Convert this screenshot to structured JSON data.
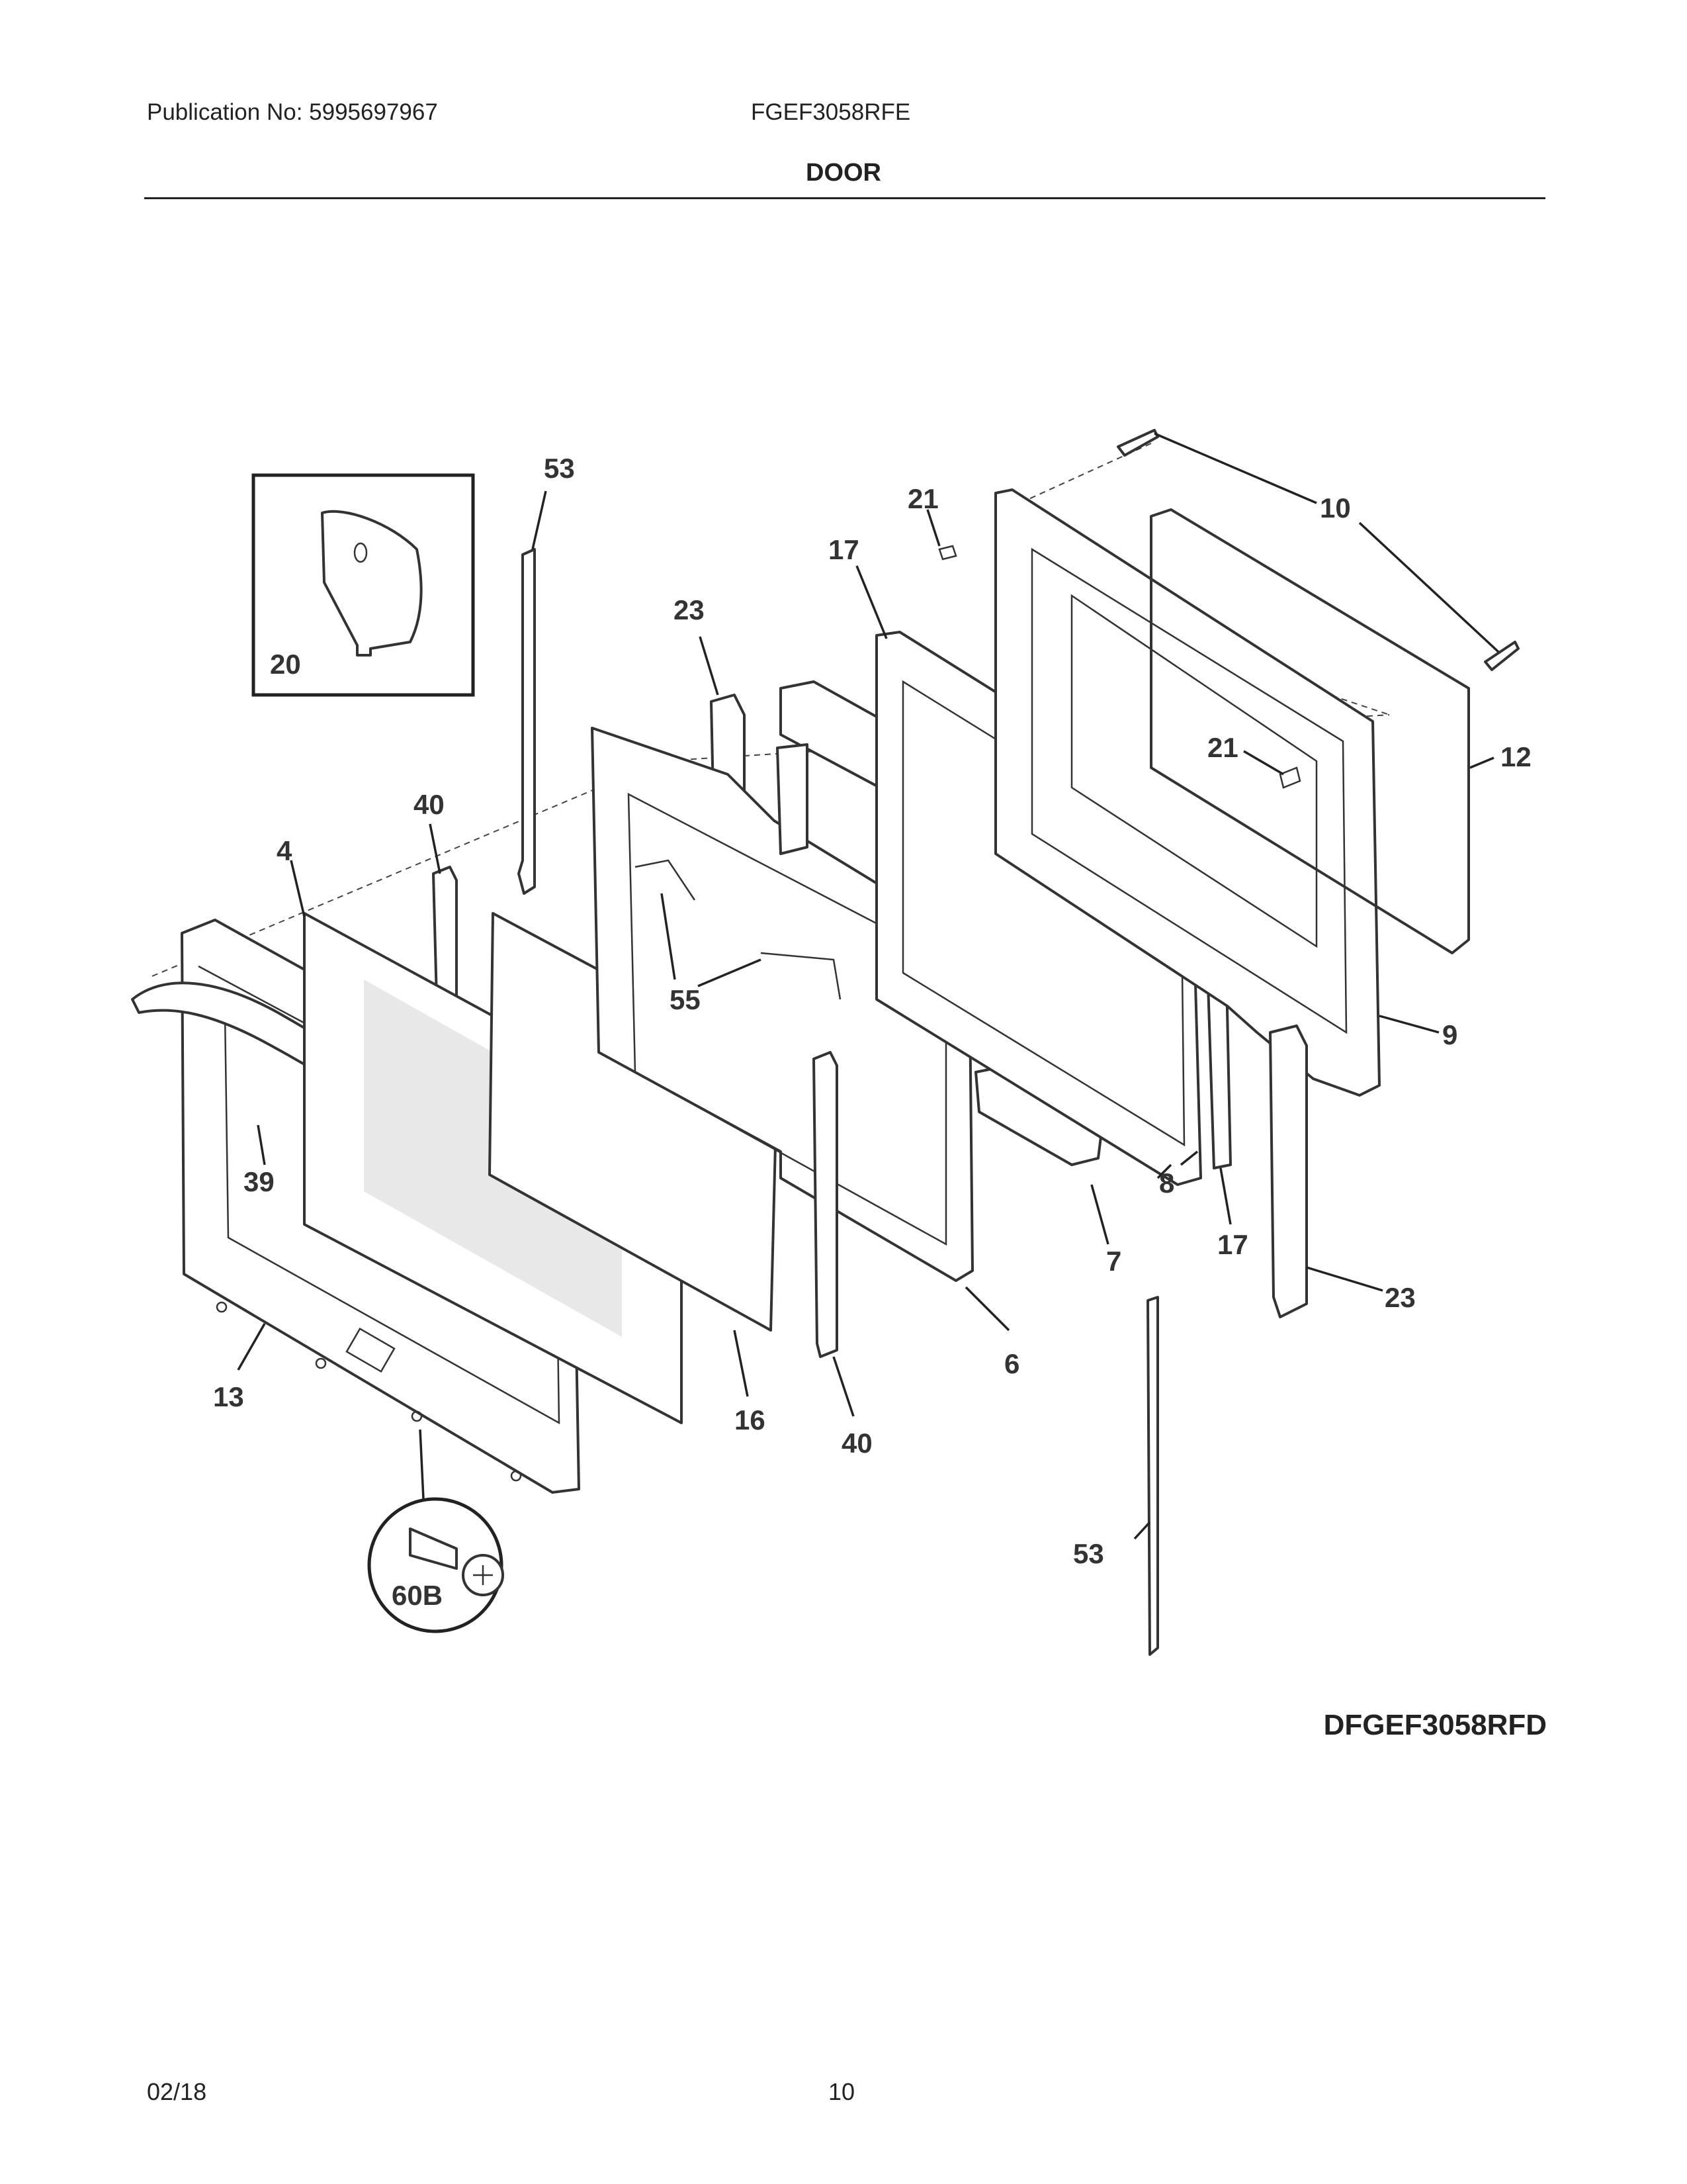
{
  "header": {
    "publication": "Publication No: 5995697967",
    "model": "FGEF3058RFE",
    "section_title": "DOOR"
  },
  "diagram": {
    "callouts": {
      "c53_top": "53",
      "c21_top": "21",
      "c10": "10",
      "c17_top": "17",
      "c23_top": "23",
      "c20": "20",
      "c21_mid": "21",
      "c12": "12",
      "c40_top": "40",
      "c4": "4",
      "c55": "55",
      "c9": "9",
      "c39": "39",
      "c8": "8",
      "c17_bot": "17",
      "c7": "7",
      "c23_bot": "23",
      "c6": "6",
      "c13": "13",
      "c16": "16",
      "c40_bot": "40",
      "c60b": "60B",
      "c53_bot": "53"
    },
    "diagram_code": "DFGEF3058RFD"
  },
  "footer": {
    "date": "02/18",
    "page": "10"
  }
}
